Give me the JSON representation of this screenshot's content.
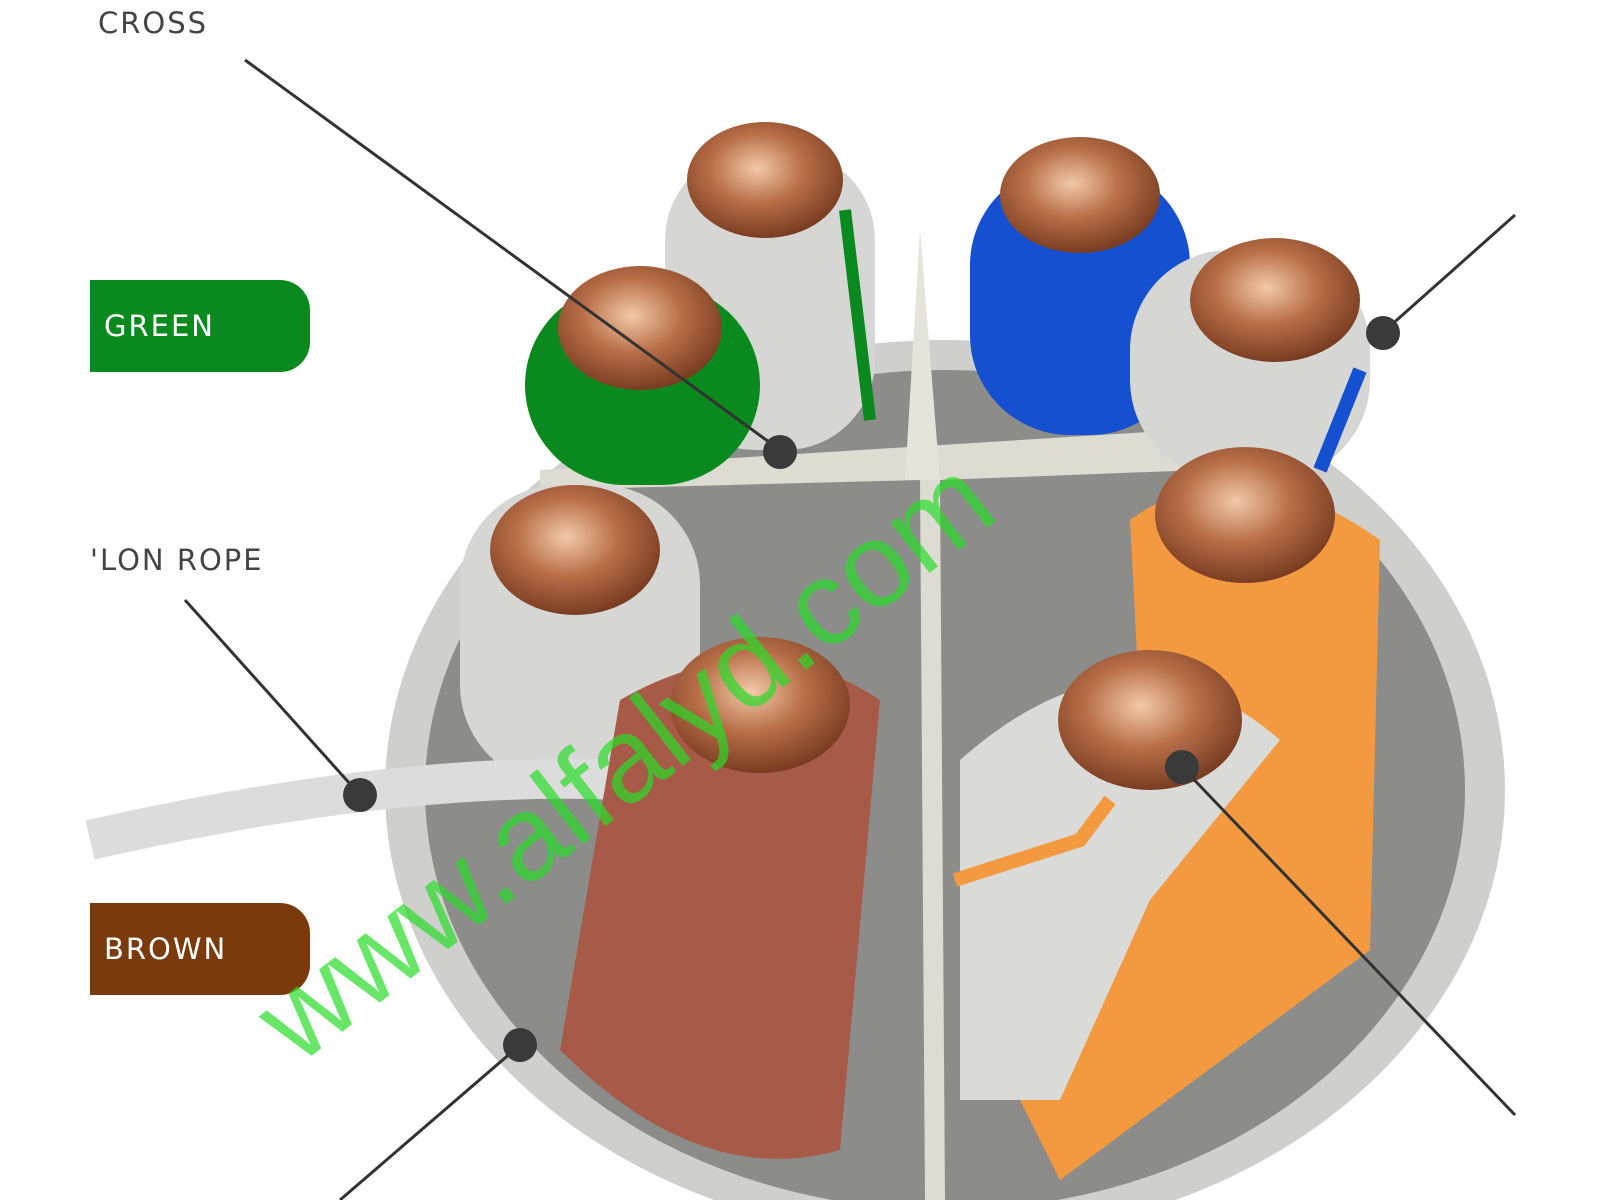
{
  "labels": {
    "cross": "CROSS",
    "green": "GREEN",
    "nylon_rope": "'LON ROPE",
    "brown": "BROWN"
  },
  "watermark": "www.alfalyd.com",
  "colors": {
    "green": "#0a8a1e",
    "brown": "#7a3a0c",
    "blue": "#1450d0",
    "orange": "#f39a40",
    "copper": "#c07a55",
    "jacket": "#c8c8c6"
  }
}
